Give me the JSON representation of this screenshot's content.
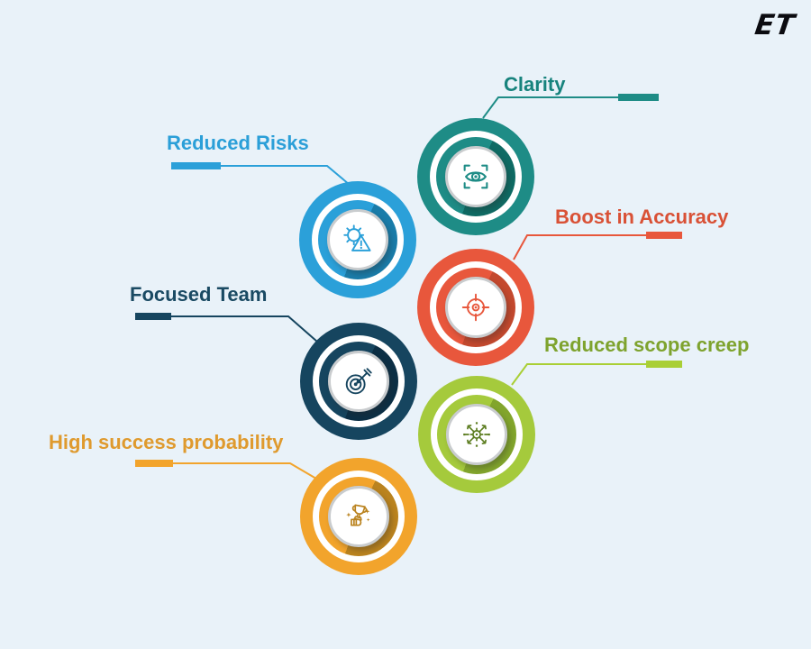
{
  "page": {
    "background_color": "#E9F2F9",
    "type": "benefits-infographic"
  },
  "logo": {
    "text": "ET",
    "color": "#0B0B10"
  },
  "items": [
    {
      "id": "clarity",
      "label": "Clarity",
      "side": "right",
      "circle_color": "#1E8C86",
      "circle_dark_color": "#0F6B64",
      "label_color": "#17837D",
      "connector_color": "#1E8C86",
      "icon": "eye-scan-icon"
    },
    {
      "id": "reduced-risks",
      "label": "Reduced Risks",
      "side": "left",
      "circle_color": "#2BA0D9",
      "circle_dark_color": "#1A7CA9",
      "label_color": "#2B9FD8",
      "connector_color": "#2BA0D9",
      "icon": "gear-warning-icon"
    },
    {
      "id": "boost-in-accuracy",
      "label": "Boost in Accuracy",
      "side": "right",
      "circle_color": "#E8573C",
      "circle_dark_color": "#C4492E",
      "label_color": "#D95136",
      "connector_color": "#E8573C",
      "icon": "crosshair-target-icon"
    },
    {
      "id": "focused-team",
      "label": "Focused Team",
      "side": "left",
      "circle_color": "#16455F",
      "circle_dark_color": "#0C2F45",
      "label_color": "#1A4A63",
      "connector_color": "#16455F",
      "icon": "dartboard-arrow-icon"
    },
    {
      "id": "reduced-scope-creep",
      "label": "Reduced scope creep",
      "side": "right",
      "circle_color": "#A5CA3C",
      "circle_dark_color": "#82A52C",
      "label_color": "#7EA32E",
      "connector_color": "#A9CF35",
      "icon": "gear-expand-arrows-icon"
    },
    {
      "id": "high-success-probability",
      "label": "High success probability",
      "side": "left",
      "circle_color": "#F2A42C",
      "circle_dark_color": "#BA831F",
      "label_color": "#DF9A2E",
      "connector_color": "#F0A42C",
      "icon": "trophy-hand-icon"
    }
  ]
}
